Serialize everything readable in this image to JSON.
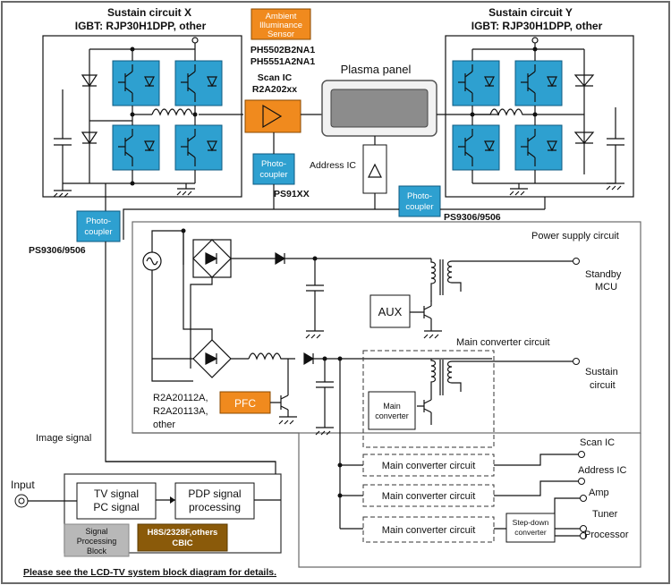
{
  "colors": {
    "igbt_blue": "#2ea0d0",
    "orange": "#f08a1e",
    "brown": "#8a5a0a",
    "gray_block": "#b8b8b8",
    "frame": "#6a6a6a"
  },
  "sustain_x": {
    "title": "Sustain circuit X",
    "igbt": "IGBT: RJP30H1DPP, other"
  },
  "sustain_y": {
    "title": "Sustain circuit Y",
    "igbt": "IGBT: RJP30H1DPP, other"
  },
  "ambient": {
    "line1": "Ambient",
    "line2": "Illuminance",
    "line3": "Sensor",
    "part1": "PH5502B2NA1",
    "part2": "PH5551A2NA1"
  },
  "scan_ic": {
    "line1": "Scan IC",
    "line2": "R2A202xx"
  },
  "plasma": {
    "label": "Plasma panel"
  },
  "address_ic": {
    "label": "Address IC"
  },
  "photocoupler_label1": "Photo-",
  "photocoupler_label2": "coupler",
  "ps91xx": "PS91XX",
  "ps9306_right": "PS9306/9506",
  "ps9306_left": "PS9306/9506",
  "power_supply": {
    "title": "Power supply circuit",
    "standby1": "Standby",
    "standby2": "MCU",
    "aux": "AUX",
    "main_conv_title": "Main converter circuit",
    "main_conv_box1": "Main",
    "main_conv_box2": "converter",
    "sustain1": "Sustain",
    "sustain2": "circuit",
    "pfc": "PFC",
    "pfc_parts1": "R2A20112A,",
    "pfc_parts2": "R2A20113A,",
    "pfc_parts3": "other"
  },
  "outputs": {
    "scan_ic": "Scan IC",
    "address_ic": "Address IC",
    "amp": "Amp",
    "tuner": "Tuner",
    "processor": "Processor"
  },
  "converters": {
    "c1": "Main converter circuit",
    "c2": "Main converter circuit",
    "c3": "Main converter circuit",
    "stepdown1": "Step-down",
    "stepdown2": "converter"
  },
  "signal": {
    "image_signal": "Image signal",
    "input": "Input",
    "tv1": "TV signal",
    "tv2": "PC signal",
    "pdp1": "PDP signal",
    "pdp2": "processing",
    "block1": "Signal",
    "block2": "Processing",
    "block3": "Block",
    "h8s1": "H8S/2328F,others",
    "h8s2": "CBIC"
  },
  "footer": "Please see the LCD-TV system block diagram for details."
}
